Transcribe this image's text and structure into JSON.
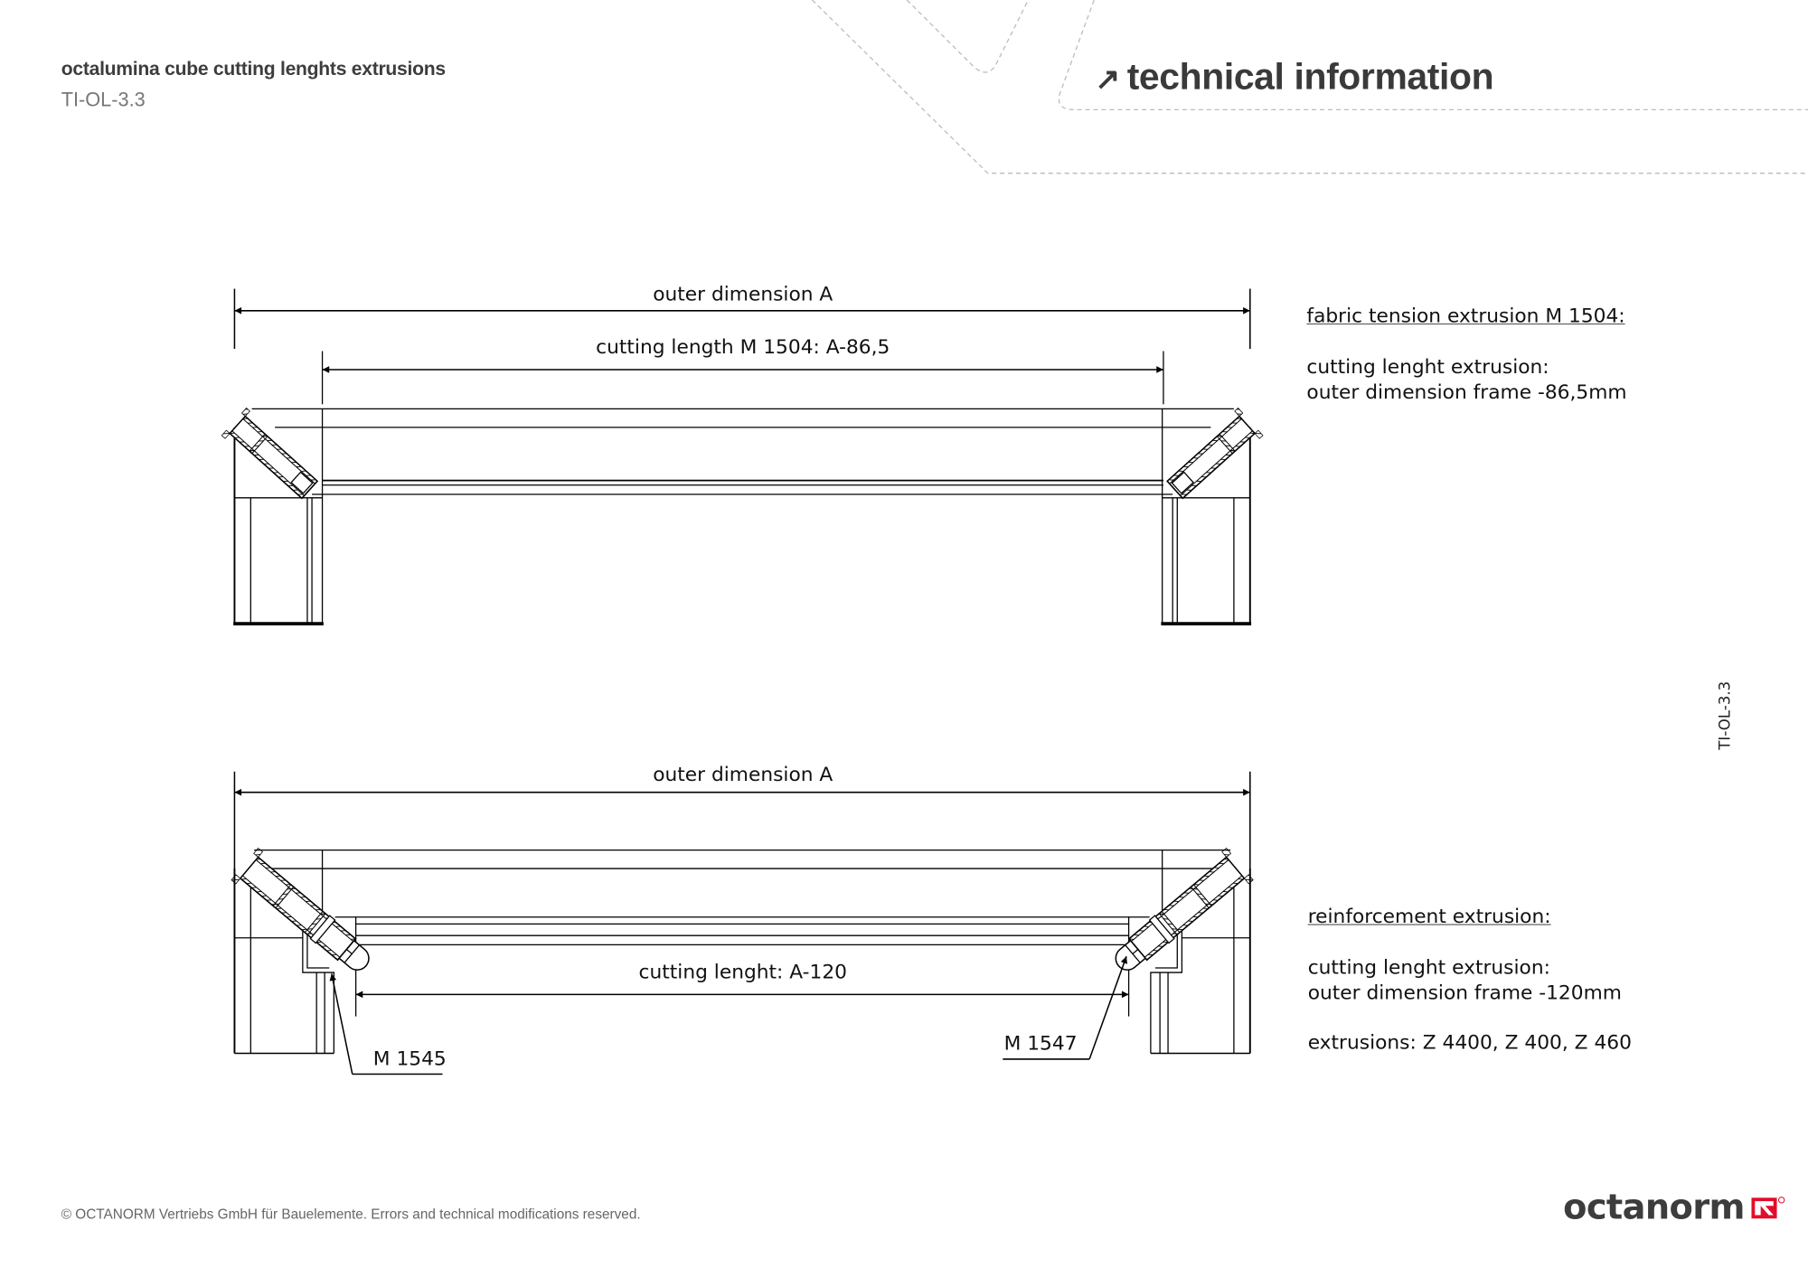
{
  "header": {
    "title": "octalumina cube cutting lenghts extrusions",
    "code": "TI-OL-3.3",
    "section_title": "technical information",
    "section_icon": "arrow-up-right-icon"
  },
  "drawing_top": {
    "outer_dimension": "outer dimension A",
    "cutting_length": "cutting length M 1504: A-86,5"
  },
  "drawing_bottom": {
    "outer_dimension": "outer dimension A",
    "cutting_length": "cutting lenght: A-120",
    "label_left": "M 1545",
    "label_right": "M 1547"
  },
  "notes_top": {
    "heading": "fabric tension extrusion M 1504:",
    "line1": "cutting lenght extrusion:",
    "line2": "outer dimension frame -86,5mm"
  },
  "notes_bottom": {
    "heading": "reinforcement extrusion:",
    "line1": "cutting lenght extrusion:",
    "line2": "outer dimension frame -120mm",
    "line3": "extrusions: Z 4400, Z 400, Z 460"
  },
  "side_code": "TI-OL-3.3",
  "footer": {
    "copyright": "© OCTANORM Vertriebs GmbH für Bauelemente. Errors and technical modifications reserved.",
    "logo_text": "octanorm",
    "logo_color": "#e30d2b"
  }
}
